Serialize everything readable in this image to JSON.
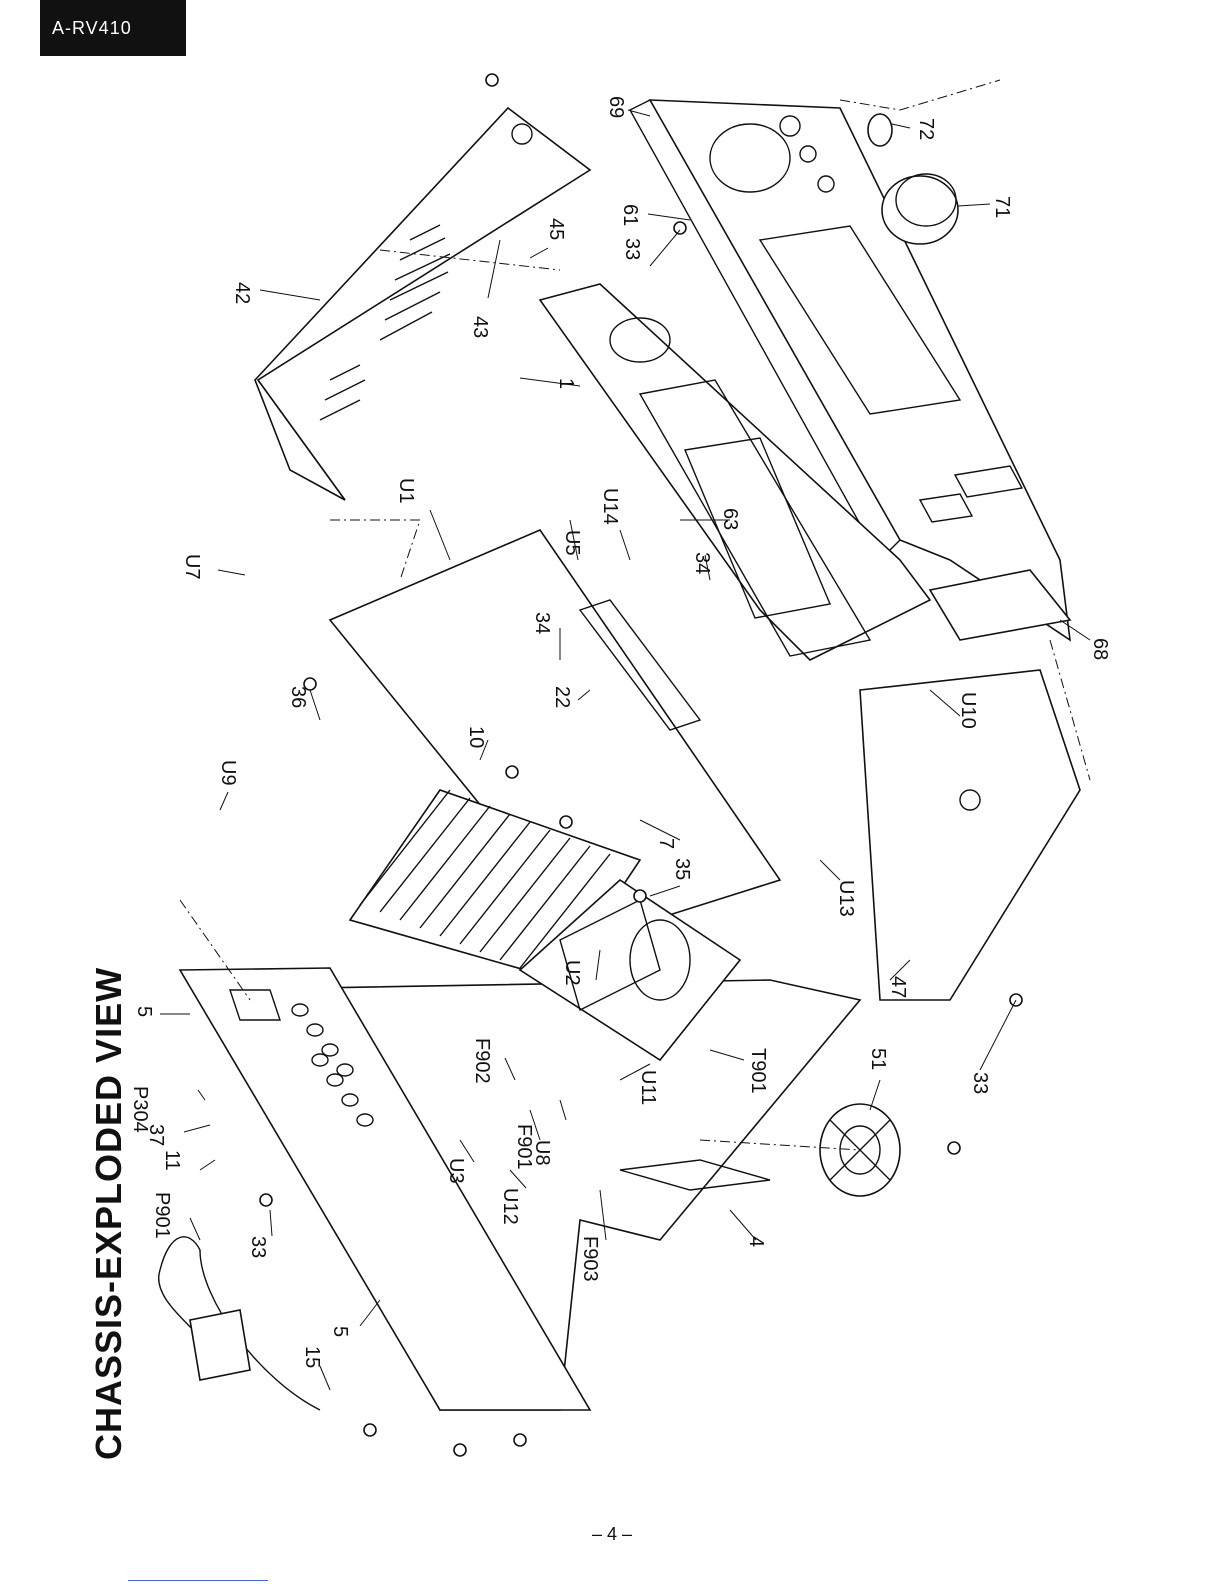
{
  "header": {
    "model": "A-RV410"
  },
  "title": "CHASSIS-EXPLODED VIEW",
  "page_number": "– 4 –",
  "callouts": {
    "c69": "69",
    "c72": "72",
    "c71": "71",
    "c61": "61",
    "c33a": "33",
    "c45": "45",
    "c43": "43",
    "c42": "42",
    "c1": "1",
    "cU1": "U1",
    "cU5": "U5",
    "cU14": "U14",
    "c63": "63",
    "c34a": "34",
    "cU7": "U7",
    "c34b": "34",
    "c36": "36",
    "c22": "22",
    "c10": "10",
    "cU9": "U9",
    "c68": "68",
    "cU10": "U10",
    "c7": "7",
    "c35": "35",
    "cU13": "U13",
    "cU2": "U2",
    "c47": "47",
    "c5a": "5",
    "cF902": "F902",
    "cT901": "T901",
    "cU11": "U11",
    "c51": "51",
    "cP304": "P304",
    "c37": "37",
    "c11": "11",
    "cU3": "U3",
    "cF901": "F901",
    "cU8": "U8",
    "c33b": "33",
    "cP901": "P901",
    "c33c": "33",
    "cU12": "U12",
    "c4": "4",
    "cF903": "F903",
    "c5b": "5",
    "c15": "15"
  }
}
